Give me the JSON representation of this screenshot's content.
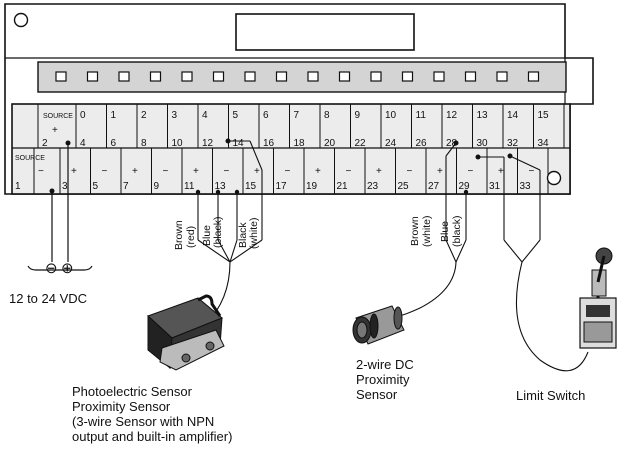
{
  "terminal_top": {
    "source_label": "SOURCE",
    "source_sign": "+",
    "source_num": "2",
    "labels": [
      "0",
      "1",
      "2",
      "3",
      "4",
      "5",
      "6",
      "7",
      "8",
      "9",
      "10",
      "11",
      "12",
      "13",
      "14",
      "15"
    ],
    "numbers": [
      "4",
      "6",
      "8",
      "10",
      "12",
      "14",
      "16",
      "18",
      "20",
      "22",
      "24",
      "26",
      "28",
      "30",
      "32",
      "34"
    ]
  },
  "terminal_bottom": {
    "source_label": "SOURCE",
    "source_num": "1",
    "signs": [
      "+",
      "−",
      "+",
      "−",
      "+",
      "−",
      "+",
      "−",
      "+",
      "−",
      "+",
      "−",
      "+",
      "−",
      "+",
      "−"
    ],
    "first_sign": "−",
    "numbers": [
      "3",
      "5",
      "7",
      "9",
      "11",
      "13",
      "15",
      "17",
      "19",
      "21",
      "23",
      "25",
      "27",
      "29",
      "31",
      "33"
    ]
  },
  "power": {
    "minus": "⊖",
    "plus": "⊕",
    "label": "12 to 24 VDC"
  },
  "wires_three": [
    "Brown",
    "(red)",
    "Blue",
    "(black)",
    "Black",
    "(white)"
  ],
  "wires_two": [
    "Brown",
    "(white)",
    "Blue",
    "(black)"
  ],
  "sensors": {
    "photo": [
      "Photoelectric Sensor",
      "Proximity Sensor",
      "(3-wire Sensor with NPN",
      "output and built-in amplifier)"
    ],
    "two_wire": [
      "2-wire DC",
      "Proximity",
      "Sensor"
    ],
    "limit": "Limit Switch"
  }
}
